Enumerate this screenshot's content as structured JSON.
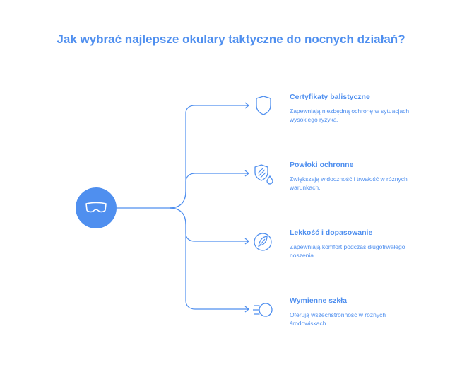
{
  "title": "Jak wybrać najlepsze okulary taktyczne do nocnych działań?",
  "hub": {
    "icon": "goggles-icon"
  },
  "items": [
    {
      "icon": "shield-icon",
      "title": "Certyfikaty balistyczne",
      "description": "Zapewniają niezbędną ochronę w sytuacjach wysokiego ryzyka."
    },
    {
      "icon": "shield-droplet-icon",
      "title": "Powłoki ochronne",
      "description": "Zwiększają widoczność i trwałość w różnych warunkach."
    },
    {
      "icon": "feather-icon",
      "title": "Lekkość i dopasowanie",
      "description": "Zapewniają komfort podczas długotrwałego noszenia."
    },
    {
      "icon": "lens-swap-icon",
      "title": "Wymienne szkła",
      "description": "Oferują wszechstronność w różnych środowiskach."
    }
  ],
  "colors": {
    "accent": "#4f8fef"
  }
}
